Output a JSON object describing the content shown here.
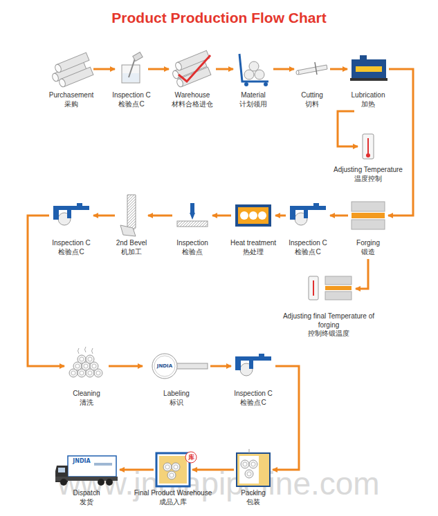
{
  "diagram": {
    "title": "Product Production Flow Chart",
    "nodes": [
      {
        "text": [
          "Purchasement",
          "采购"
        ]
      },
      {
        "text": [
          "Inspection C",
          "检验点C"
        ]
      },
      {
        "text": [
          "Warehouse",
          "材料合格进仓"
        ]
      },
      {
        "text": [
          "Material",
          "计划领用"
        ]
      },
      {
        "text": [
          "Cutting",
          "切料"
        ]
      },
      {
        "text": [
          "Lubrication",
          "加热"
        ]
      },
      {
        "text": [
          "Adjusting Temperature",
          "温度控制"
        ]
      },
      {
        "text": [
          "Forging",
          "锻造"
        ]
      },
      {
        "text": [
          "Adjusting final Temperature of forging",
          "控制终锻温度"
        ]
      },
      {
        "text": [
          "Inspection C",
          "检验点C"
        ]
      },
      {
        "text": [
          "Heat treatment",
          "热处理"
        ]
      },
      {
        "text": [
          "Inspection",
          "检验点"
        ]
      },
      {
        "text": [
          "2nd Bevel",
          "机加工"
        ]
      },
      {
        "text": [
          "Inspection C",
          "检验点C"
        ]
      },
      {
        "text": [
          "Cleaning",
          "清洗"
        ]
      },
      {
        "text": [
          "Labeling",
          "标识"
        ]
      },
      {
        "text": [
          "Inspection C",
          "检验点C"
        ]
      },
      {
        "text": [
          "Packing",
          "包装"
        ]
      },
      {
        "text": [
          "Final Product Warehouse",
          "成品入库"
        ]
      },
      {
        "text": [
          "Dispatch",
          "发货"
        ]
      }
    ],
    "edges": [
      {
        "from": 0,
        "to": 1,
        "arrow": "to"
      },
      {
        "from": 1,
        "to": 2,
        "arrow": "to"
      },
      {
        "from": 2,
        "to": 3,
        "arrow": "to"
      },
      {
        "from": 3,
        "to": 4,
        "arrow": "to"
      },
      {
        "from": 4,
        "to": 5,
        "arrow": "to"
      },
      {
        "from": 5,
        "to": 6,
        "arrow": "to"
      },
      {
        "from": 5,
        "to": 7,
        "arrow": "to"
      },
      {
        "from": 7,
        "to": 8,
        "arrow": "to"
      },
      {
        "from": 7,
        "to": 9,
        "arrow": "to"
      },
      {
        "from": 9,
        "to": 10,
        "arrow": "to"
      },
      {
        "from": 10,
        "to": 11,
        "arrow": "to"
      },
      {
        "from": 11,
        "to": 12,
        "arrow": "to"
      },
      {
        "from": 12,
        "to": 13,
        "arrow": "to"
      },
      {
        "from": 13,
        "to": 14,
        "arrow": "to"
      },
      {
        "from": 14,
        "to": 15,
        "arrow": "to"
      },
      {
        "from": 15,
        "to": 16,
        "arrow": "to"
      },
      {
        "from": 16,
        "to": 17,
        "arrow": "to"
      },
      {
        "from": 17,
        "to": 18,
        "arrow": "to"
      },
      {
        "from": 18,
        "to": 19,
        "arrow": "to"
      }
    ],
    "labels": [
      "www.jndiapipeline.com",
      "JNDIA",
      "JNDIA",
      "库"
    ]
  }
}
